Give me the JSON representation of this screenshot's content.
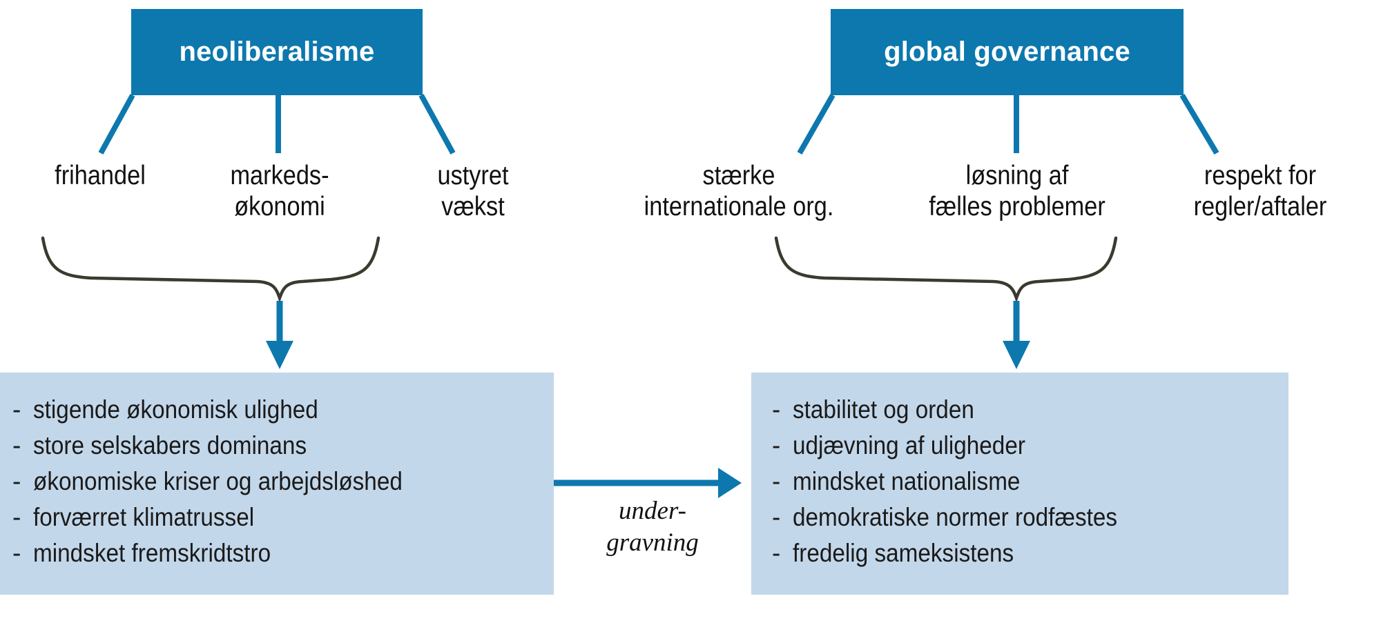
{
  "diagram": {
    "title_left": "neoliberalisme",
    "title_right": "global governance",
    "left_branches": [
      {
        "label": "frihandel"
      },
      {
        "label": "markeds-\nøkonomi"
      },
      {
        "label": "ustyret\nvækst"
      }
    ],
    "right_branches": [
      {
        "label": "stærke\ninternationale org."
      },
      {
        "label": "løsning af\nfælles problemer"
      },
      {
        "label": "respekt for\nregler/aftaler"
      }
    ],
    "left_consequences": [
      {
        "dash": "-",
        "text": "stigende økonomisk ulighed"
      },
      {
        "dash": "-",
        "text": "store selskabers dominans"
      },
      {
        "dash": "-",
        "text": "økonomiske kriser og arbejdsløshed"
      },
      {
        "dash": "-",
        "text": "forværret klimatrussel"
      },
      {
        "dash": "-",
        "text": "mindsket fremskridtstro"
      }
    ],
    "right_consequences": [
      {
        "dash": "-",
        "text": "stabilitet og orden"
      },
      {
        "dash": "-",
        "text": "udjævning af uligheder"
      },
      {
        "dash": "-",
        "text": "mindsket nationalisme"
      },
      {
        "dash": "-",
        "text": "demokratiske normer rodfæstes"
      },
      {
        "dash": "-",
        "text": "fredelig sameksistens"
      }
    ],
    "connector_label": "under-\ngravning",
    "colors": {
      "header_blue": "#0d78ae",
      "box_pale_blue": "#c3d7ea",
      "connector_blue": "#0d78ae",
      "brace_dark": "#3a3a2e",
      "text_dark": "#1a1a1a",
      "header_text": "#ffffff"
    }
  }
}
